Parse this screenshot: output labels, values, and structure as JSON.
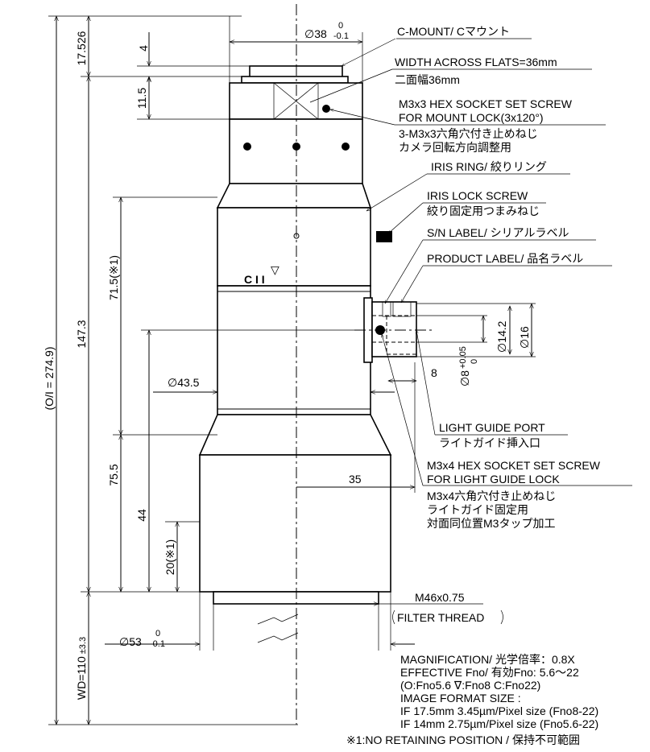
{
  "dimensions": {
    "oi": "(O/I = 274.9)",
    "d17526": "17.526",
    "d4": "4",
    "d115": "11.5",
    "d1473": "147.3",
    "d715": "71.5(※1)",
    "d755": "75.5",
    "d44": "44",
    "d20": "20(※1)",
    "wd": "WD=110",
    "wd_tol": "±3.3",
    "dia38": "∅38",
    "dia38_tol_up": "0",
    "dia38_tol_dn": "-0.1",
    "dia435": "∅43.5",
    "dia53": "∅53",
    "dia53_tol_up": "0",
    "dia53_tol_dn": "-0.1",
    "dia142": "∅14.2",
    "dia16": "∅16",
    "d8": "8",
    "dia8": "∅8",
    "dia8_tol_up": "+0.05",
    "dia8_tol_dn": "0",
    "d35": "35",
    "filter_size": "M46x0.75",
    "filter_label": "FILTER THREAD"
  },
  "callouts": {
    "cmount": "C-MOUNT/ Cマウント",
    "flats_en": "WIDTH ACROSS FLATS=36mm",
    "flats_jp": "二面幅36mm",
    "mountlock_en1": "M3x3 HEX SOCKET SET SCREW",
    "mountlock_en2": "FOR MOUNT LOCK(3x120°)",
    "mountlock_jp1": "3-M3x3六角穴付き止めねじ",
    "mountlock_jp2": "カメラ回転方向調整用",
    "iris_ring": "IRIS RING/ 絞りリング",
    "iris_lock_en": "IRIS LOCK SCREW",
    "iris_lock_jp": "絞り固定用つまみねじ",
    "sn_label": "S/N LABEL/ シリアルラベル",
    "product_label": "PRODUCT LABEL/ 品名ラベル",
    "lgp_en": "LIGHT GUIDE PORT",
    "lgp_jp": "ライトガイド挿入口",
    "lglock_en1": "M3x4 HEX SOCKET SET SCREW",
    "lglock_en2": "FOR LIGHT GUIDE LOCK",
    "lglock_jp1": "M3x4六角穴付き止めねじ",
    "lglock_jp2": "ライトガイド固定用",
    "lglock_jp3": "対面同位置M3タップ加工",
    "iris_marks": "C I I",
    "iris_tri": "▽"
  },
  "specs": {
    "magnification": "MAGNIFICATION/ 光学倍率：0.8X",
    "fno": "EFFECTIVE Fno/ 有効Fno: 5.6～22",
    "fno_marks": "(O:Fno5.6  ∇:Fno8  C:Fno22)",
    "format_title": "IMAGE FORMAT SIZE :",
    "format1": "IF 17.5mm 3.45µm/Pixel size (Fno8-22)",
    "format2": "IF 14mm 2.75µm/Pixel size (Fno5.6-22)",
    "note": "※1:NO RETAINING POSITION / 保持不可範囲"
  }
}
